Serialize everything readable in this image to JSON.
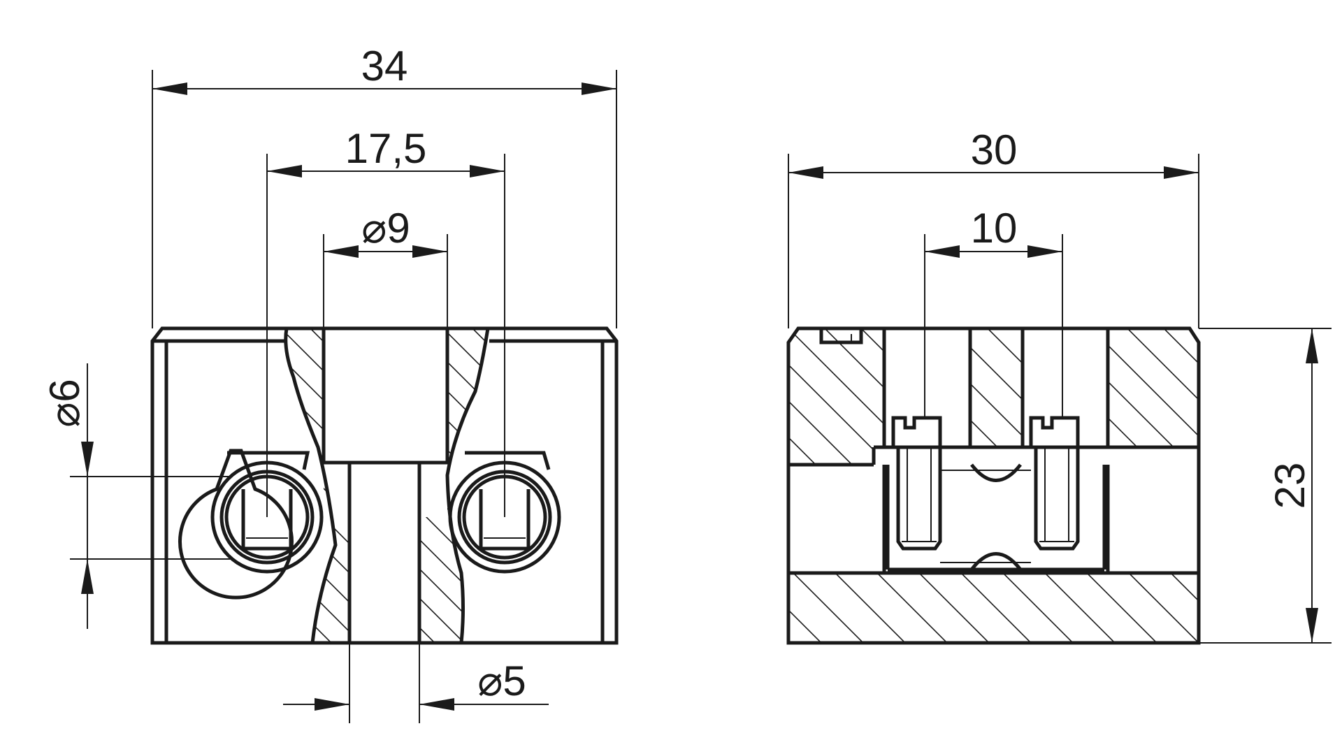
{
  "drawing": {
    "left_view": {
      "dimensions": {
        "overall_width": "34",
        "screw_spacing": "17,5",
        "top_bore": "⌀9",
        "side_bore": "⌀6",
        "bottom_bore": "⌀5"
      }
    },
    "right_view": {
      "dimensions": {
        "overall_width": "30",
        "screw_spacing": "10",
        "height": "23"
      }
    },
    "colors": {
      "line": "#1a1a1a",
      "background": "#ffffff"
    }
  }
}
